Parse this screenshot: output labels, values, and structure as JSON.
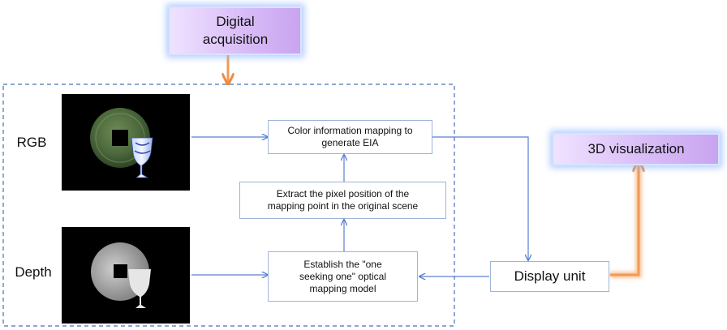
{
  "nodes": {
    "digital_acquisition": "Digital\nacquisition",
    "color_mapping": "Color information mapping to\ngenerate EIA",
    "extract_pixel": "Extract the pixel position of the\nmapping point in the original scene",
    "establish_model": "Establish the \"one\nseeking one\" optical\nmapping model",
    "display_unit": "Display unit",
    "visualization_3d": "3D visualization"
  },
  "labels": {
    "rgb": "RGB",
    "depth": "Depth"
  },
  "colors": {
    "arrow_blue": "#5b7fd1",
    "arrow_orange": "#f4a15c",
    "glow_purple": "#d9bdf7",
    "dashed_border": "#4a6fb8"
  }
}
